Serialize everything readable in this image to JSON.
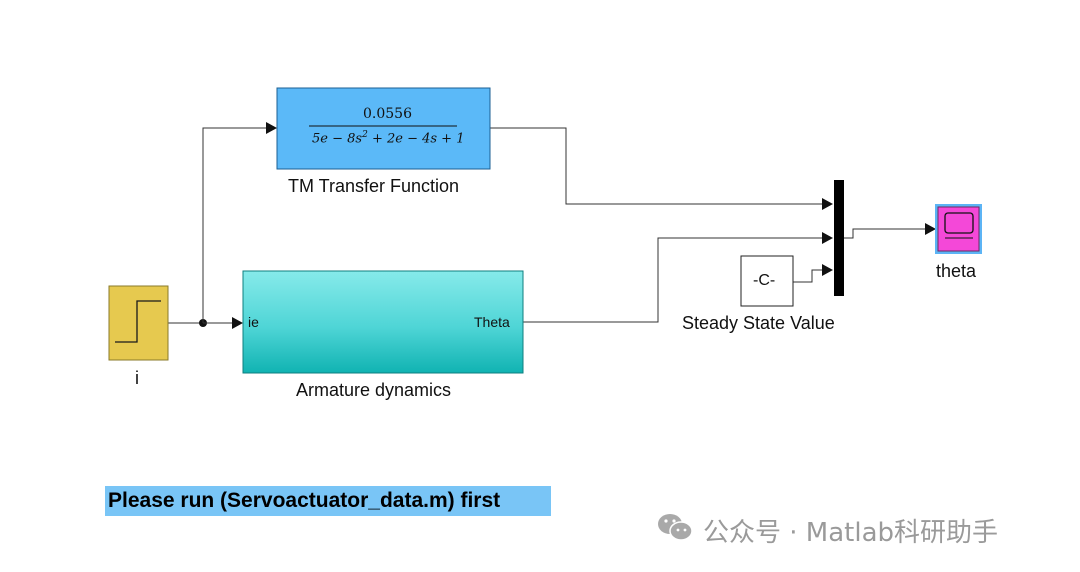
{
  "blocks": {
    "step": {
      "label": "i"
    },
    "transfer_function": {
      "label": "TM Transfer Function",
      "numerator": "0.0556",
      "denominator_parts": [
        "5e − 8s",
        "2",
        " + 2e − 4s + 1"
      ]
    },
    "armature": {
      "label": "Armature dynamics",
      "input_port": "ie",
      "output_port": "Theta"
    },
    "constant": {
      "value": "-C-",
      "label": "Steady State Value"
    },
    "scope": {
      "label": "theta"
    }
  },
  "note": "Please run (Servoactuator_data.m) first",
  "watermark": "公众号 · Matlab科研助手",
  "colors": {
    "transfer_function": "#5bb9f8",
    "armature_top": "#7fe6e8",
    "armature_bottom": "#14b8b6",
    "step": "#e6c94f",
    "scope": "#f448d8",
    "note_bg": "#79c5f6"
  }
}
